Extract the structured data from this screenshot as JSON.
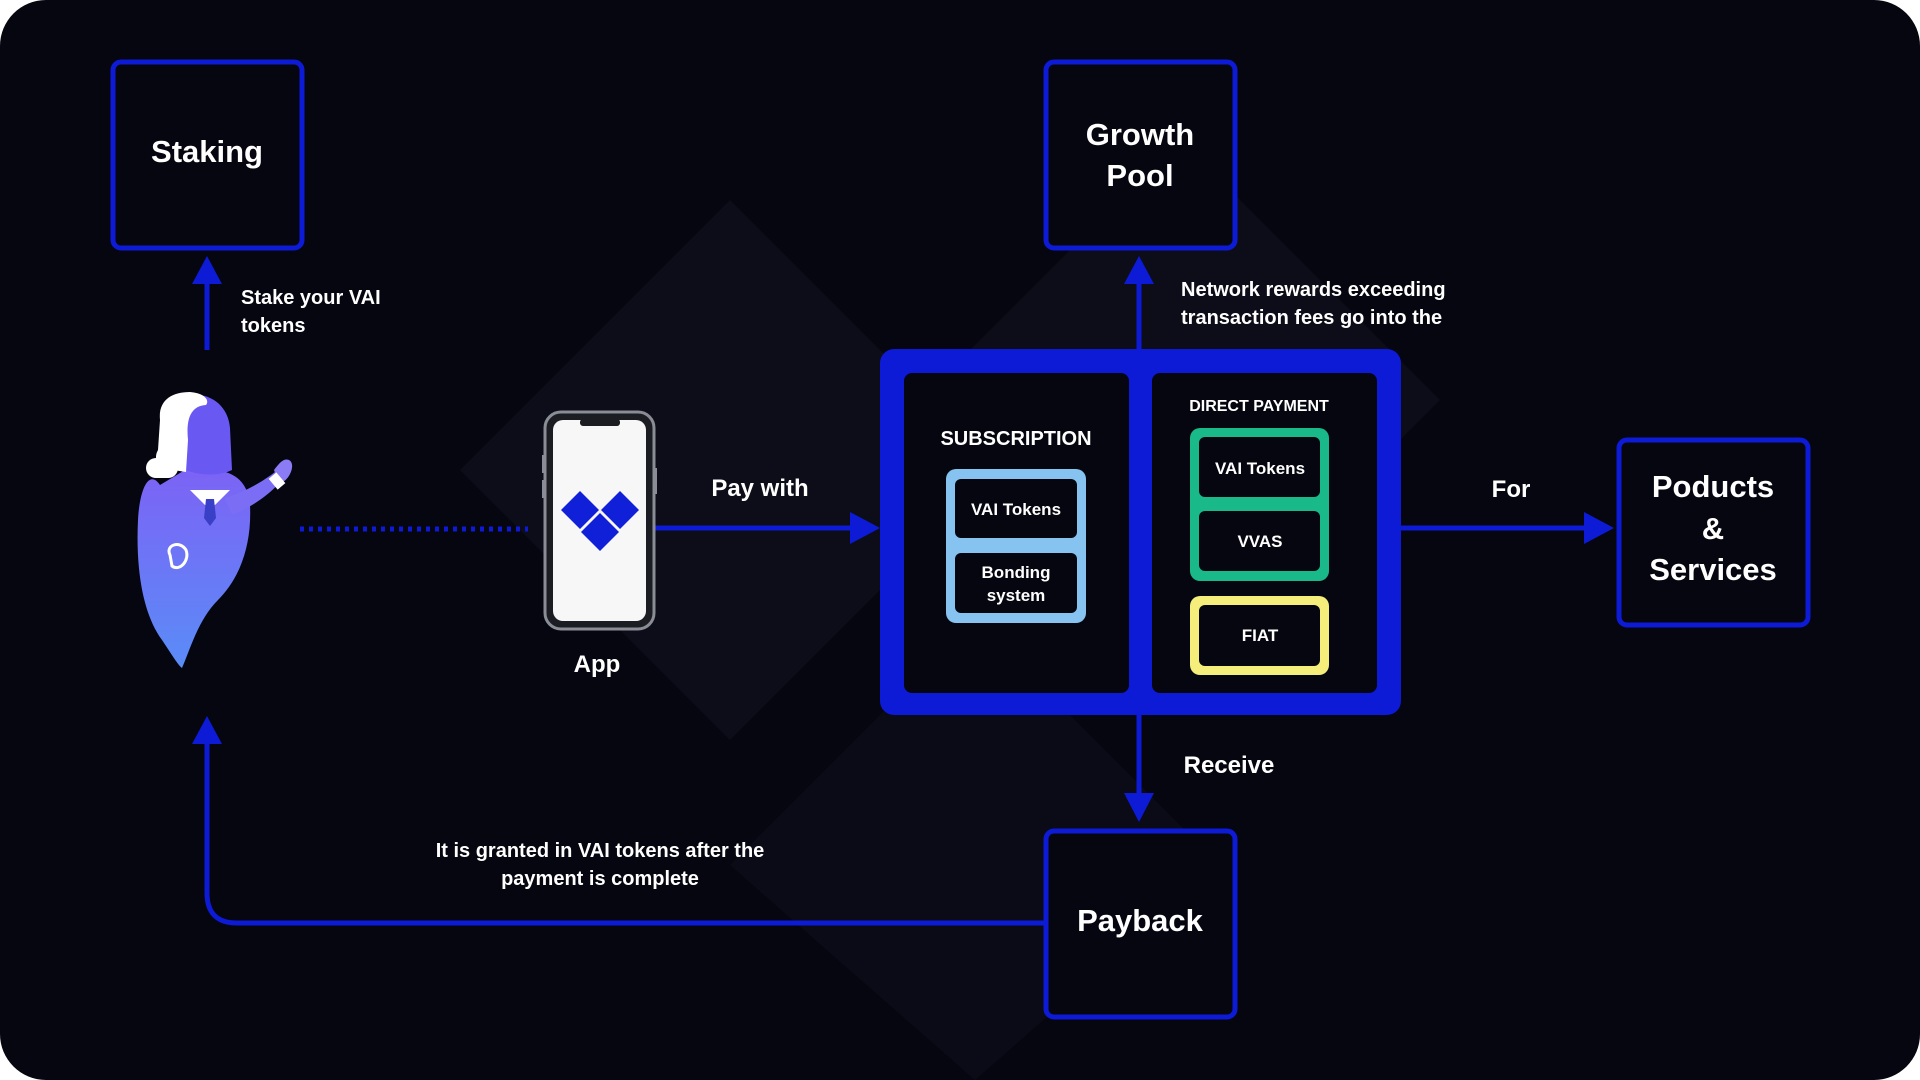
{
  "nodes": {
    "staking": "Staking",
    "growth_pool": [
      "Growth",
      "Pool"
    ],
    "products": [
      "Poducts",
      "&",
      "Services"
    ],
    "payback": "Payback"
  },
  "labels": {
    "stake": [
      "Stake your VAI",
      "tokens"
    ],
    "network_rewards": [
      "Network rewards exceeding",
      "transaction fees go into the"
    ],
    "pay_with": "Pay with",
    "for": "For",
    "receive": "Receive",
    "granted": [
      "It is granted in VAI tokens after the",
      "payment is complete"
    ],
    "app": "App"
  },
  "subscription": {
    "title": "SUBSCRIPTION",
    "items": [
      "VAI Tokens",
      [
        "Bonding",
        "system"
      ]
    ]
  },
  "direct_payment": {
    "title": "DIRECT PAYMENT",
    "items": [
      "VAI Tokens",
      "VVAS",
      "FIAT"
    ]
  },
  "colors": {
    "background": "#05060f",
    "accent_blue": "#0d1ad6",
    "subscription_border": "#86c3f0",
    "direct_green": "#19b98a",
    "fiat_yellow": "#f5ee7a",
    "mascot_purple": "#6a58f2"
  },
  "icons": {
    "mascot": "person-mascot-icon",
    "phone": "smartphone-app-icon",
    "logo": "diamond-logo-icon"
  }
}
